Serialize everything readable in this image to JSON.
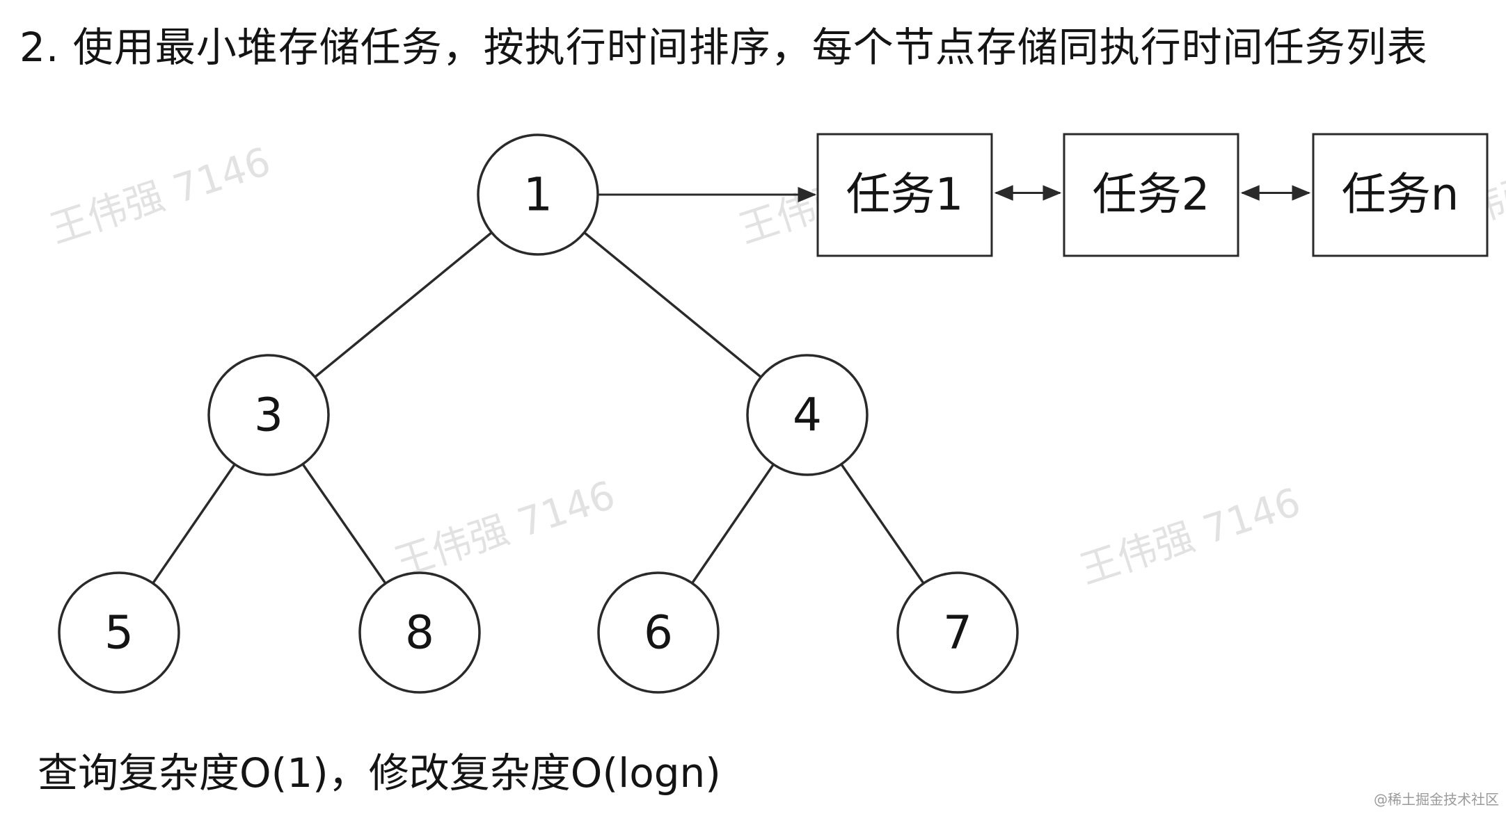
{
  "heading": "2. 使用最小堆存储任务，按执行时间排序，每个节点存储同执行时间任务列表",
  "footer": "查询复杂度O(1)，修改复杂度O(logn)",
  "credit": "@稀土掘金技术社区",
  "watermark": "王伟强 7146",
  "heap": {
    "nodes": [
      {
        "id": "n1",
        "label": "1"
      },
      {
        "id": "n3",
        "label": "3"
      },
      {
        "id": "n4",
        "label": "4"
      },
      {
        "id": "n5",
        "label": "5"
      },
      {
        "id": "n8",
        "label": "8"
      },
      {
        "id": "n6",
        "label": "6"
      },
      {
        "id": "n7",
        "label": "7"
      }
    ],
    "edges": [
      {
        "from": "n1",
        "to": "n3"
      },
      {
        "from": "n1",
        "to": "n4"
      },
      {
        "from": "n3",
        "to": "n5"
      },
      {
        "from": "n3",
        "to": "n8"
      },
      {
        "from": "n4",
        "to": "n6"
      },
      {
        "from": "n4",
        "to": "n7"
      }
    ]
  },
  "task_list": {
    "attached_to": "n1",
    "tasks": [
      {
        "id": "t1",
        "label": "任务1"
      },
      {
        "id": "t2",
        "label": "任务2"
      },
      {
        "id": "tn",
        "label": "任务n"
      }
    ],
    "links": [
      {
        "from": "t1",
        "to": "t2",
        "kind": "bidirectional"
      },
      {
        "from": "t2",
        "to": "tn",
        "kind": "bidirectional"
      }
    ]
  }
}
